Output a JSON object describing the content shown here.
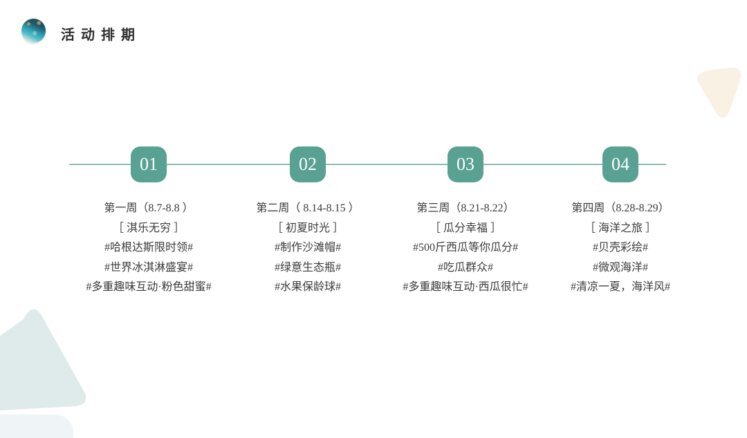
{
  "header": {
    "title": "活 动 排 期",
    "logo": "watercolor-circle-logo"
  },
  "colors": {
    "accent_teal": "#58A193",
    "line_teal": "#8FBCB0",
    "cream_shape": "#FAF1E5",
    "mist_shape": "#DFEAEB",
    "mist_shape_light": "#EFF5F6",
    "text_dark": "#3B3B3B",
    "title_dark": "#2E2E2E",
    "background": "#FFFFFF"
  },
  "timeline": {
    "items": [
      {
        "number": "01",
        "week": "第一周（8.7-8.8 ）",
        "theme": "［ 淇乐无穷 ］",
        "tags": [
          "#哈根达斯限时领#",
          "#世界冰淇淋盛宴#",
          "#多重趣味互动·粉色甜蜜#"
        ]
      },
      {
        "number": "02",
        "week": "第二周（ 8.14-8.15 ）",
        "theme": "［ 初夏时光 ］",
        "tags": [
          "#制作沙滩帽#",
          "#绿意生态瓶#",
          "#水果保龄球#"
        ]
      },
      {
        "number": "03",
        "week": "第三周（8.21-8.22）",
        "theme": "［ 瓜分幸福 ］",
        "tags": [
          "#500斤西瓜等你瓜分#",
          "#吃瓜群众#",
          "#多重趣味互动·西瓜很忙#"
        ]
      },
      {
        "number": "04",
        "week": "第四周（8.28-8.29）",
        "theme": "［ 海洋之旅 ］",
        "tags": [
          "#贝壳彩绘#",
          "#微观海洋#",
          "#清凉一夏，海洋风#"
        ]
      }
    ]
  }
}
